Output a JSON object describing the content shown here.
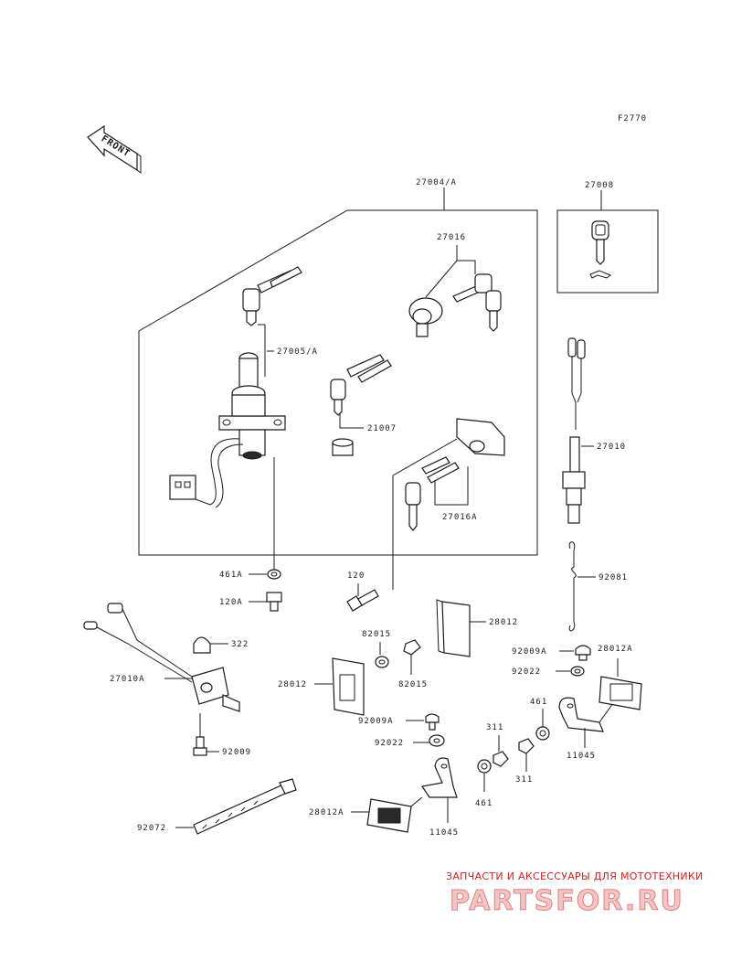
{
  "diagram": {
    "code": "F2770",
    "direction": "FRONT",
    "labels": {
      "l27004": "27004/A",
      "l27008": "27008",
      "l27016": "27016",
      "l27005": "27005/A",
      "l21007": "21007",
      "l27016A": "27016A",
      "l27010": "27010",
      "l461A": "461A",
      "l120A": "120A",
      "l120": "120",
      "l92081": "92081",
      "l28012_top": "28012",
      "l82015_a": "82015",
      "l82015_b": "82015",
      "l322": "322",
      "l27010A": "27010A",
      "l28012_left": "28012",
      "l92009A_right": "92009A",
      "l28012A_right": "28012A",
      "l92022_right": "92022",
      "l461_right": "461",
      "l92009A_mid": "92009A",
      "l92022_mid": "92022",
      "l311_a": "311",
      "l311_b": "311",
      "l11045_right": "11045",
      "l92009": "92009",
      "l461_bottom": "461",
      "l28012A_bottom": "28012A",
      "l11045_bottom": "11045",
      "l92072": "92072"
    }
  },
  "watermark": {
    "tagline": "ЗАПЧАСТИ И АКСЕССУАРЫ ДЛЯ МОТОТЕХНИКИ",
    "brand": "PARTSFOR.RU"
  }
}
